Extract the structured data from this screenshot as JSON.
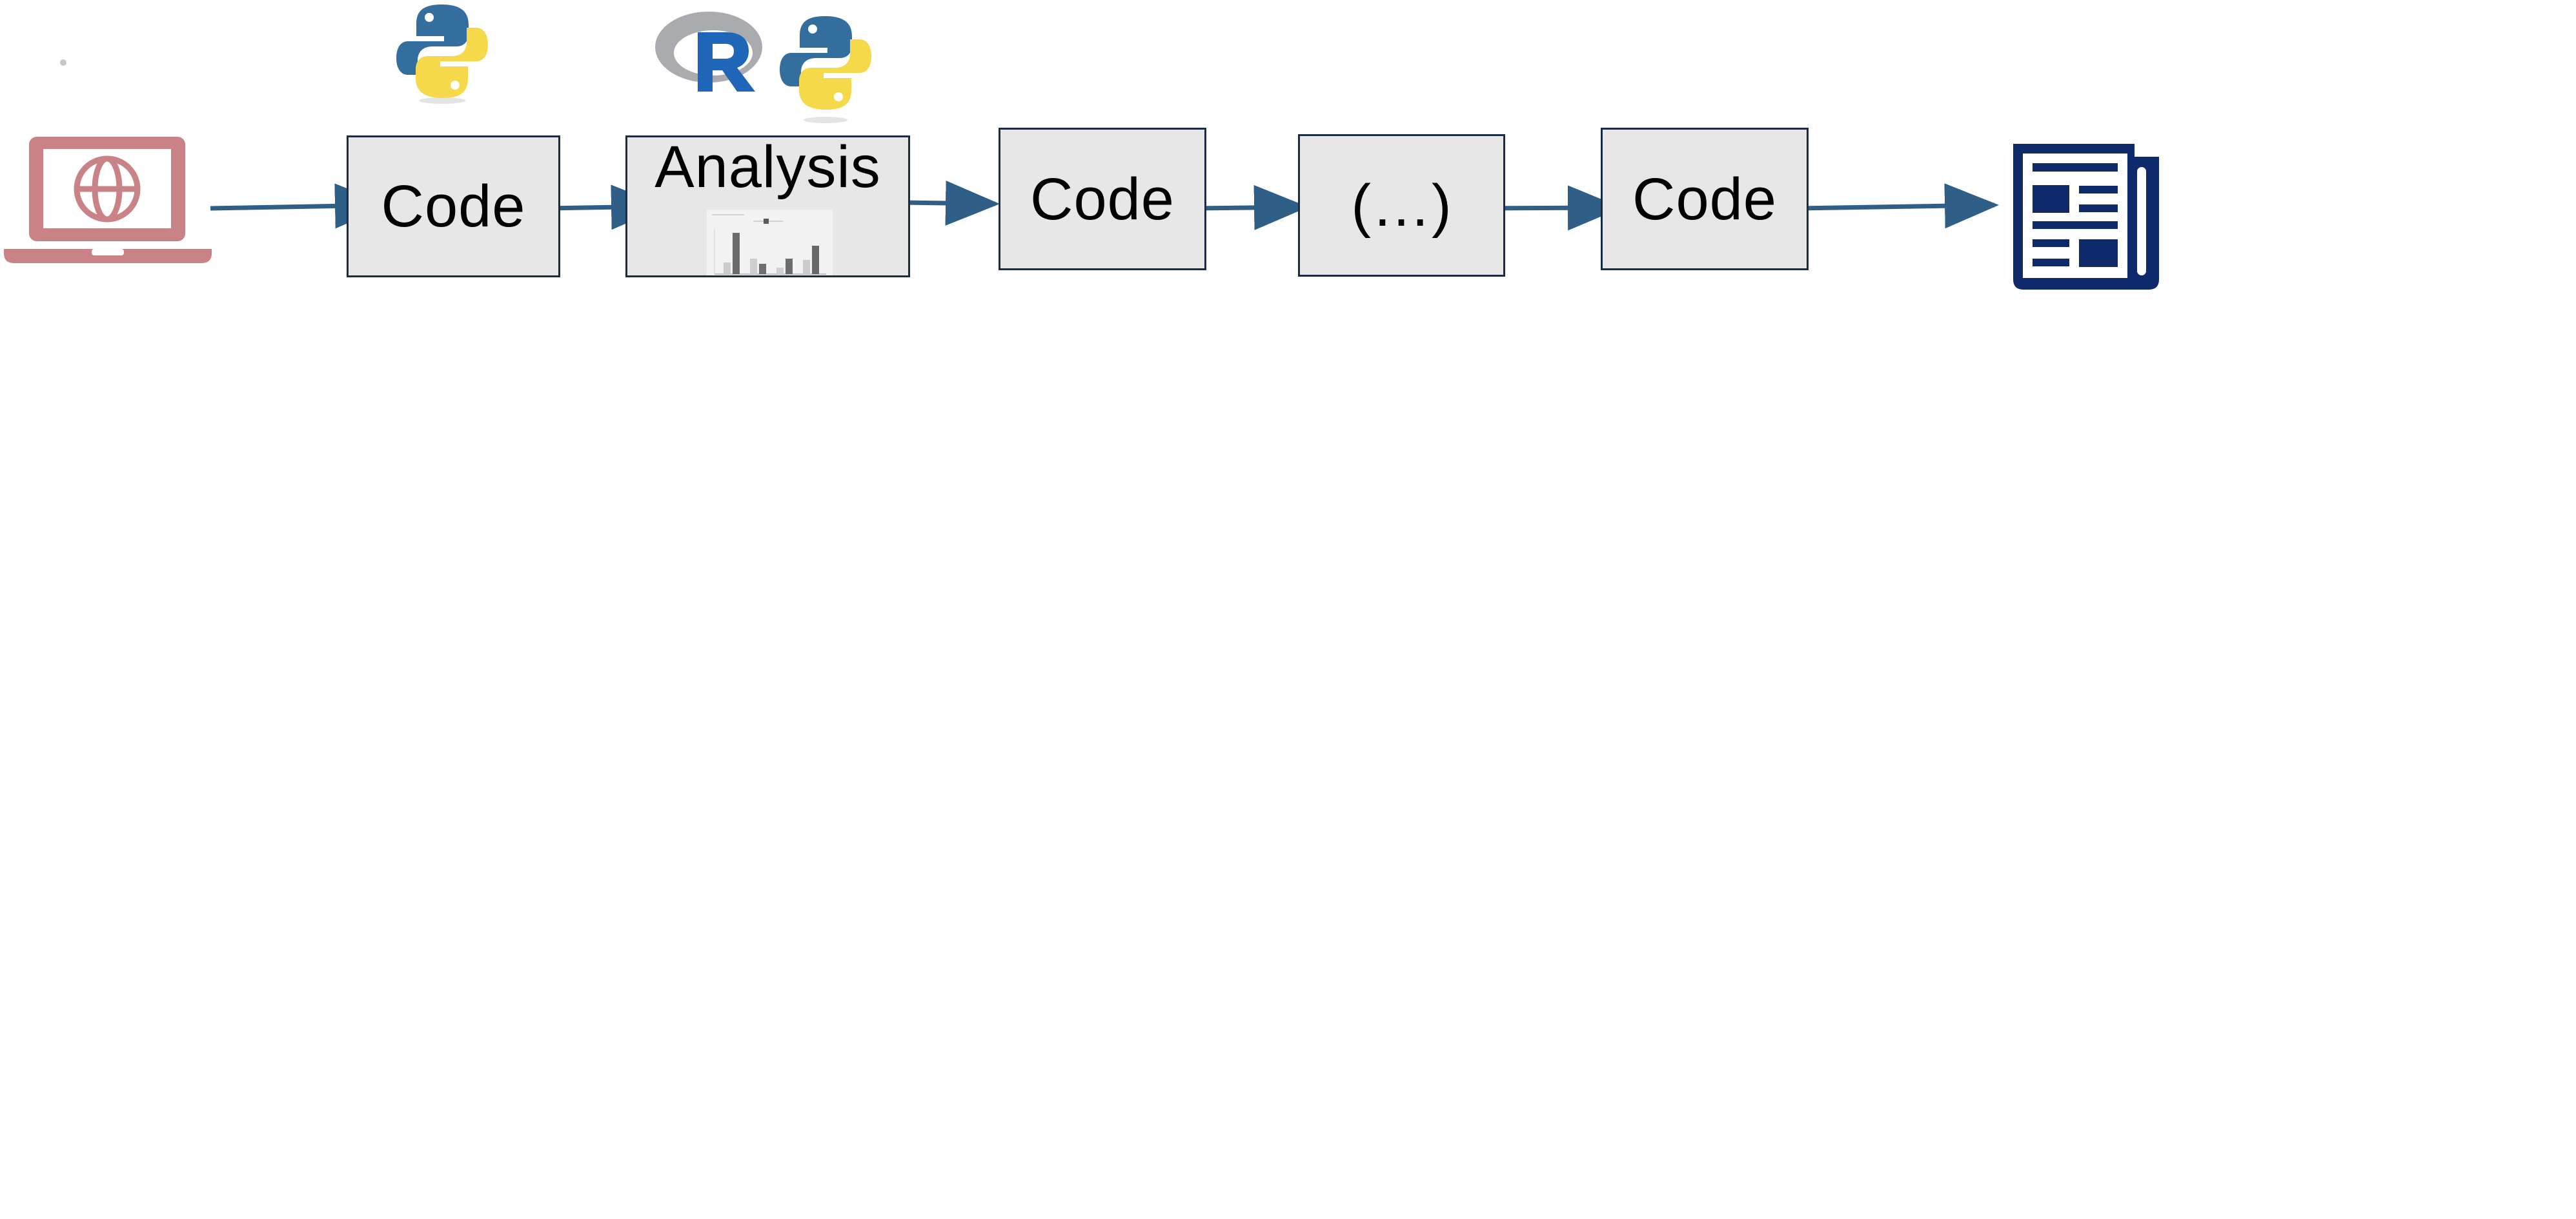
{
  "diagram": {
    "steps": [
      {
        "label": "Code"
      },
      {
        "label": "Analysis"
      },
      {
        "label": "Code"
      },
      {
        "label": "(…)"
      },
      {
        "label": "Code"
      }
    ],
    "icons": {
      "source": "laptop-globe-icon",
      "python_1": "python-logo-icon",
      "r_logo": "r-logo-icon",
      "python_2": "python-logo-icon",
      "mini_chart": "bar-chart-thumbnail-icon",
      "output": "newspaper-icon"
    }
  },
  "colors": {
    "arrow": "#2f5f87",
    "box_fill": "#e7e7e7",
    "box_border": "#1c2b44",
    "laptop": "#c98387",
    "newspaper": "#0e2a6a",
    "python_blue": "#336e9f",
    "python_yellow": "#f6d94b",
    "r_gray": "#a9abaf",
    "r_blue": "#1f66b8"
  }
}
